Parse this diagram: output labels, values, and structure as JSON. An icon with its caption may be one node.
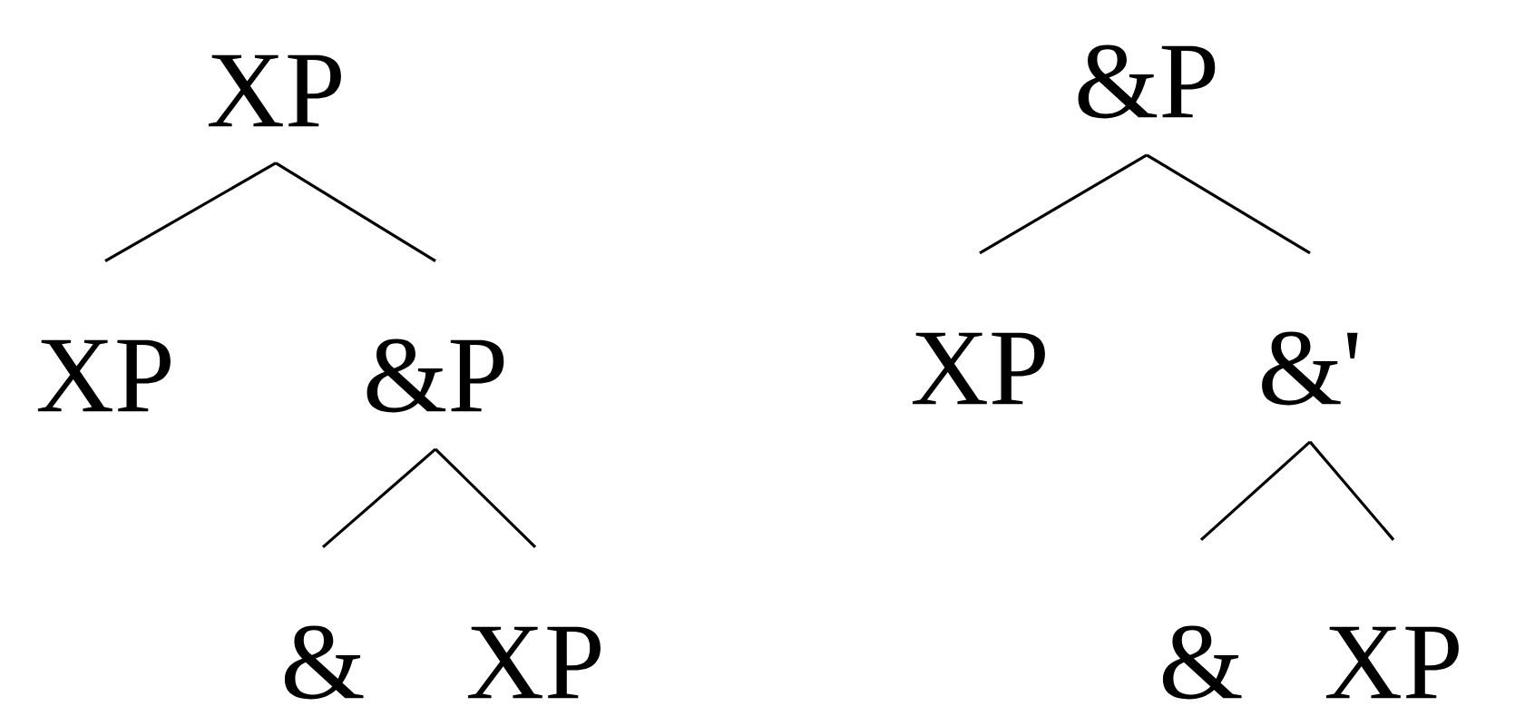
{
  "diagram": {
    "nodes": [
      {
        "text": [
          "XP"
        ]
      },
      {
        "text": [
          "XP"
        ]
      },
      {
        "text": [
          "&P"
        ]
      },
      {
        "text": [
          "&"
        ]
      },
      {
        "text": [
          "XP"
        ]
      },
      {
        "text": [
          "&P"
        ]
      },
      {
        "text": [
          "XP"
        ]
      },
      {
        "text": [
          "&'"
        ]
      },
      {
        "text": [
          "&"
        ]
      },
      {
        "text": [
          "XP"
        ]
      }
    ],
    "edges": [
      {
        "from": 0,
        "to": 1,
        "arrow": "none"
      },
      {
        "from": 0,
        "to": 2,
        "arrow": "none"
      },
      {
        "from": 2,
        "to": 3,
        "arrow": "none"
      },
      {
        "from": 2,
        "to": 4,
        "arrow": "none"
      },
      {
        "from": 5,
        "to": 6,
        "arrow": "none"
      },
      {
        "from": 5,
        "to": 7,
        "arrow": "none"
      },
      {
        "from": 7,
        "to": 8,
        "arrow": "none"
      },
      {
        "from": 7,
        "to": 9,
        "arrow": "none"
      }
    ]
  }
}
